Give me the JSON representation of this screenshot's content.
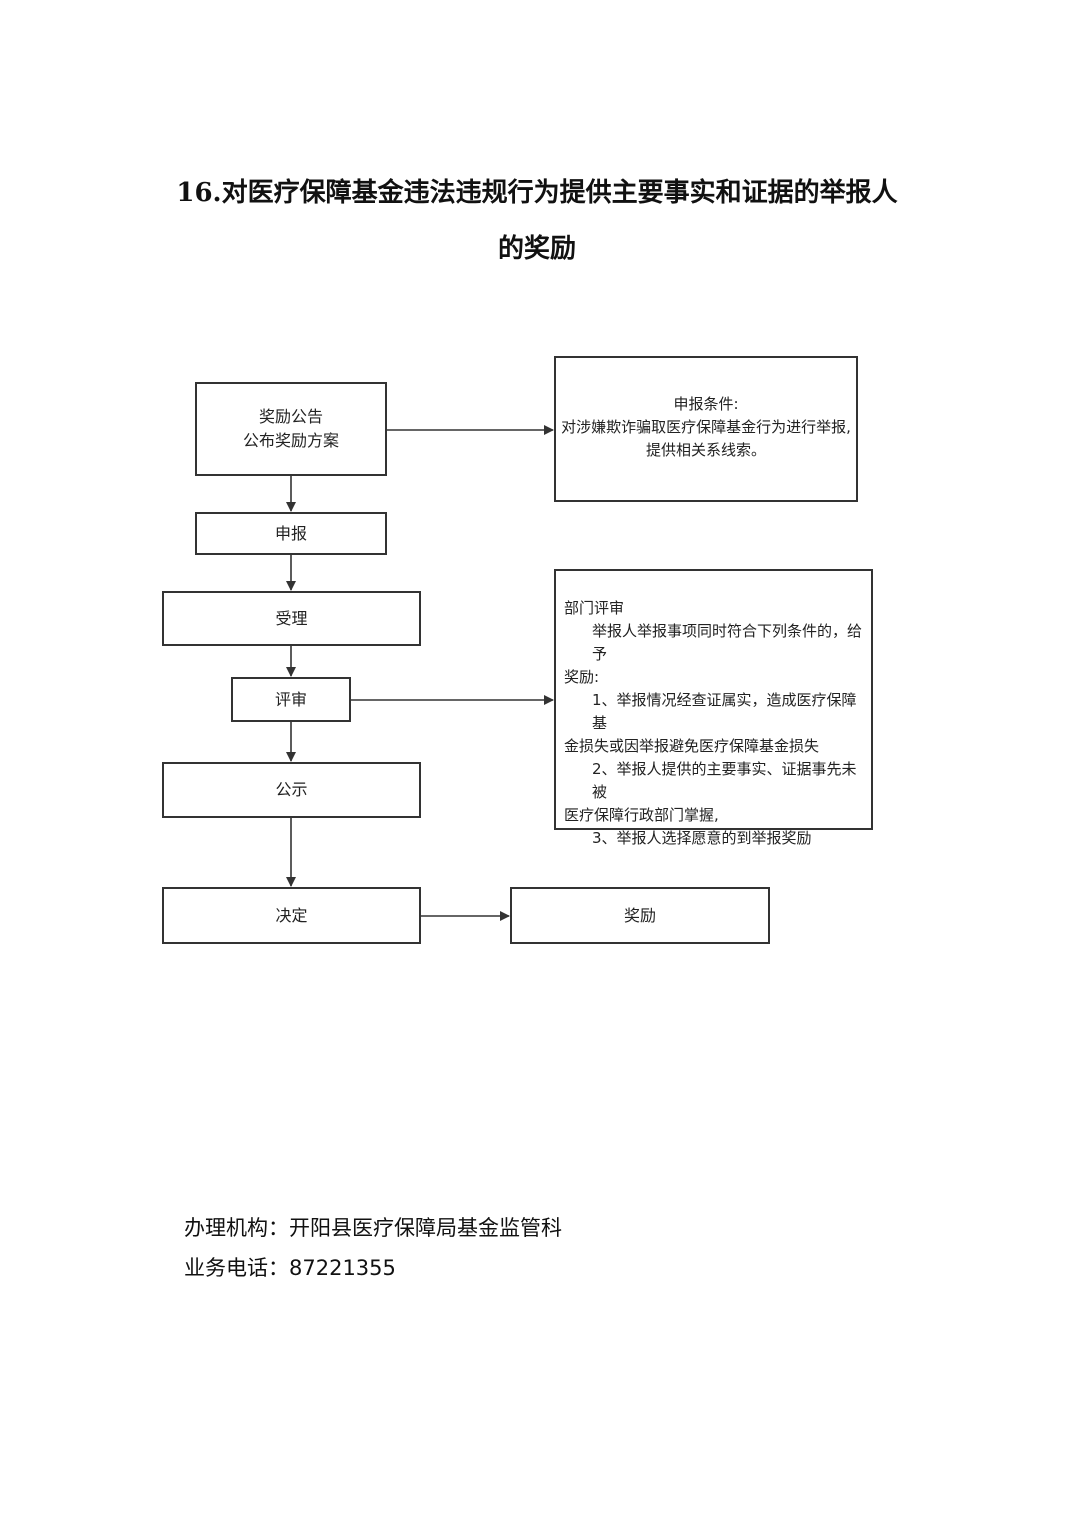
{
  "document": {
    "title_line1": "16.对医疗保障基金违法违规行为提供主要事实和证据的举报人",
    "title_line2": "的奖励"
  },
  "flow": {
    "announce": {
      "line1": "奖励公告",
      "line2": "公布奖励方案"
    },
    "declare": "申报",
    "accept": "受理",
    "review": "评审",
    "publicize": "公示",
    "decide": "决定",
    "reward": "奖励"
  },
  "notes": {
    "conditions": {
      "heading": "申报条件:",
      "line1": "对涉嫌欺诈骗取医疗保障基金行为进行举报,",
      "line2": "提供相关系线索。"
    },
    "review": {
      "heading": "部门评审",
      "lines": [
        "举报人举报事项同时符合下列条件的，给予",
        "奖励:",
        "1、举报情况经查证属实，造成医疗保障基",
        "金损失或因举报避免医疗保障基金损失",
        "2、举报人提供的主要事实、证据事先未被",
        "医疗保障行政部门掌握,",
        "3、举报人选择愿意的到举报奖励"
      ]
    }
  },
  "footer": {
    "org_label": "办理机构：",
    "org_value": "开阳县医疗保障局基金监管科",
    "phone_label": "业务电话：",
    "phone_value": "87221355"
  }
}
